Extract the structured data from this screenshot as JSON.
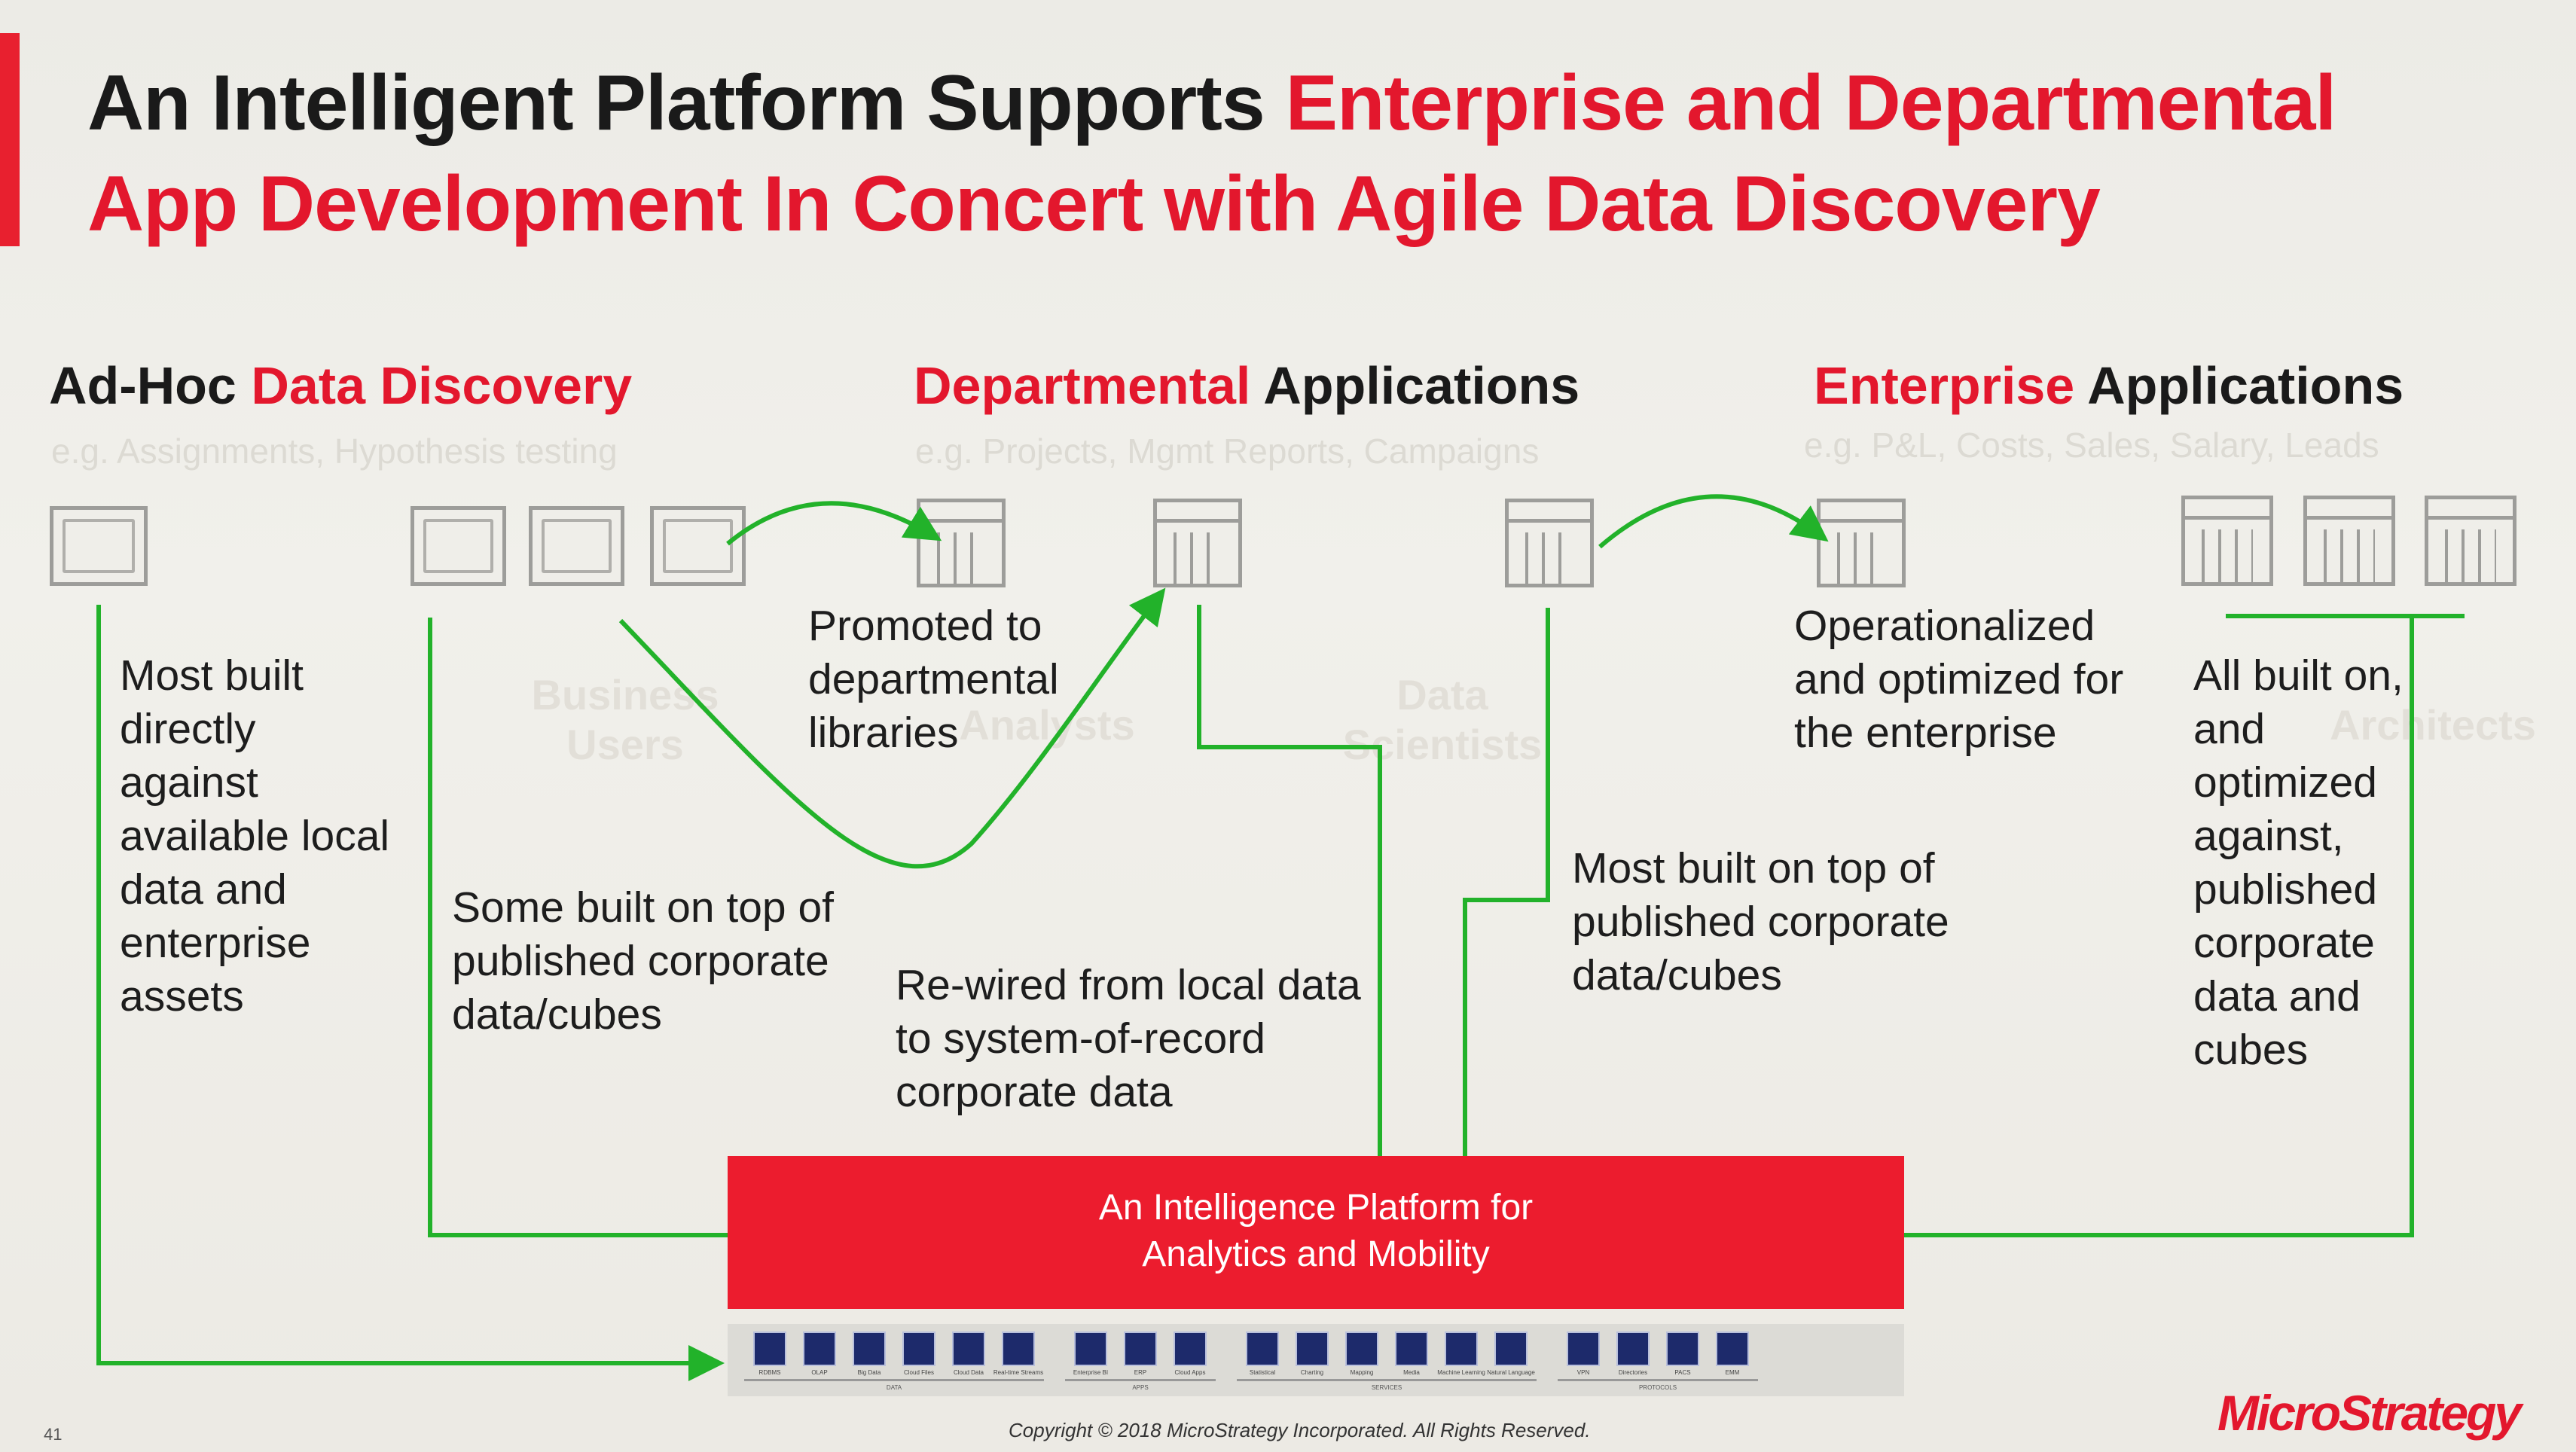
{
  "title": {
    "line1_black": "An Intelligent Platform Supports ",
    "line1_red": "Enterprise and Departmental",
    "line2_red": "App Development In Concert with Agile Data Discovery"
  },
  "sections": {
    "adhoc": {
      "black": "Ad-Hoc ",
      "red": "Data Discovery",
      "sub": "e.g. Assignments, Hypothesis testing"
    },
    "dept": {
      "red": "Departmental",
      "black": " Applications",
      "sub": "e.g. Projects, Mgmt Reports, Campaigns"
    },
    "ent": {
      "red": "Enterprise",
      "black": " Applications",
      "sub": "e.g. P&L, Costs, Sales, Salary, Leads"
    }
  },
  "ghost_roles": [
    "Business Users",
    "Analysts",
    "Data Scientists",
    "Architects"
  ],
  "notes": {
    "most_built_directly": "Most built directly against available local data and enterprise assets",
    "some_built": "Some built on top of published corporate data/cubes",
    "promoted": "Promoted to departmental libraries",
    "rewired": "Re-wired from local data to system-of-record corporate data",
    "most_built_top": "Most built on top of published corporate data/cubes",
    "operationalized": "Operationalized and optimized for the enterprise",
    "all_built": "All built on, and optimized against, published corporate data and cubes"
  },
  "platform": {
    "line1": "An Intelligence Platform for",
    "line2": "Analytics and Mobility"
  },
  "strip": [
    {
      "group": "DATA",
      "items": [
        "RDBMS",
        "OLAP",
        "Big Data",
        "Cloud Files",
        "Cloud Data",
        "Real-time Streams"
      ]
    },
    {
      "group": "APPS",
      "items": [
        "Enterprise BI",
        "ERP",
        "Cloud Apps"
      ]
    },
    {
      "group": "SERVICES",
      "items": [
        "Statistical",
        "Charting",
        "Mapping",
        "Media",
        "Machine Learning",
        "Natural Language"
      ]
    },
    {
      "group": "PROTOCOLS",
      "items": [
        "VPN",
        "Directories",
        "PACS",
        "EMM"
      ]
    }
  ],
  "footer": {
    "copyright": "Copyright © 2018 MicroStrategy Incorporated. All Rights Reserved.",
    "page": "41",
    "logo": "MicroStrategy"
  },
  "colors": {
    "accent_red": "#e3172d",
    "line_green": "#22b22a",
    "icon_navy": "#1d2a6b"
  }
}
